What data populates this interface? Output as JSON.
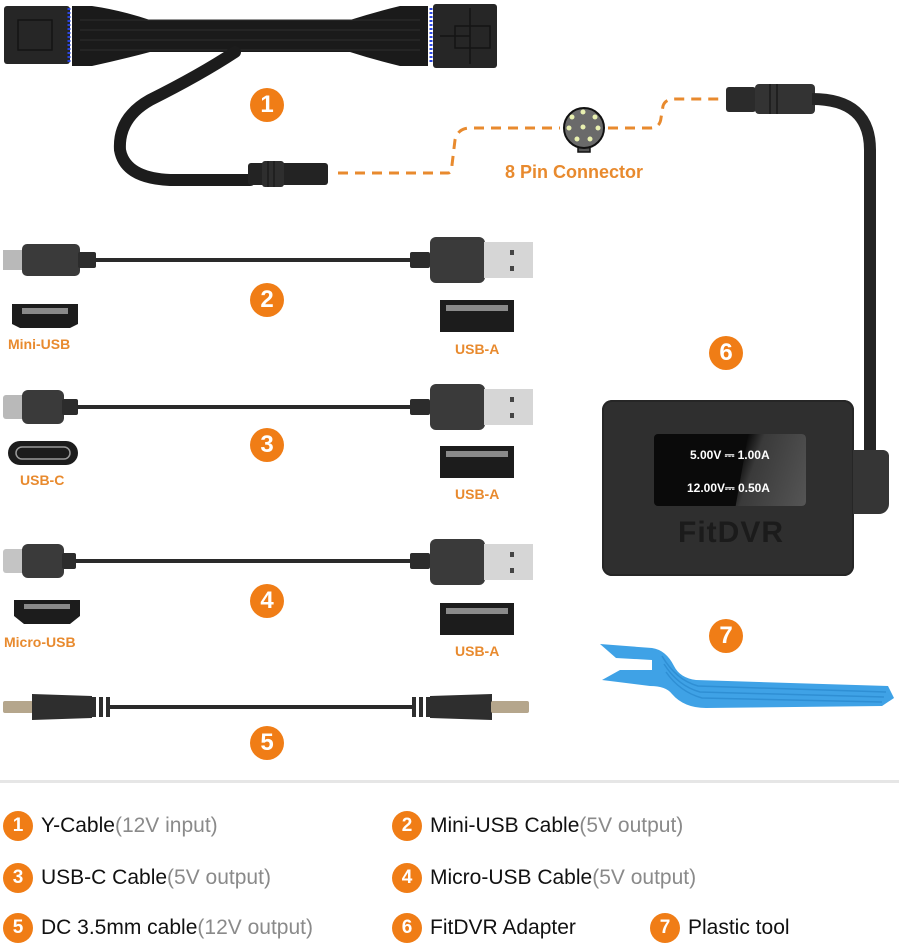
{
  "colors": {
    "accent_orange": "#f07d16",
    "label_orange": "#e88a2e",
    "cable_black": "#1e1e1e",
    "plug_gray": "#3a3a3a",
    "tool_blue": "#3fa2e6",
    "note_gray": "#8a8a8a",
    "pin_blue": "#2a45e0"
  },
  "diagram": {
    "items": [
      {
        "number": "1",
        "kind": "y-cable"
      },
      {
        "number": "2",
        "kind": "mini-usb-cable",
        "left_port": "Mini-USB",
        "right_port": "USB-A"
      },
      {
        "number": "3",
        "kind": "usb-c-cable",
        "left_port": "USB-C",
        "right_port": "USB-A"
      },
      {
        "number": "4",
        "kind": "micro-usb-cable",
        "left_port": "Micro-USB",
        "right_port": "USB-A"
      },
      {
        "number": "5",
        "kind": "dc-cable"
      },
      {
        "number": "6",
        "kind": "adapter"
      },
      {
        "number": "7",
        "kind": "plastic-tool"
      }
    ],
    "connector_label": "8 Pin Connector",
    "adapter": {
      "brand": "FitDVR",
      "screen_line_1": "5.00V ⎓ 1.00A",
      "screen_line_2": "12.00V⎓ 0.50A"
    }
  },
  "legend": [
    {
      "number": "1",
      "name": "Y-Cable",
      "note": "(12V input)"
    },
    {
      "number": "2",
      "name": "Mini-USB Cable",
      "note": "(5V output)"
    },
    {
      "number": "3",
      "name": "USB-C Cable",
      "note": "(5V output)"
    },
    {
      "number": "4",
      "name": "Micro-USB Cable",
      "note": "(5V output)"
    },
    {
      "number": "5",
      "name": "DC 3.5mm cable",
      "note": "(12V output)"
    },
    {
      "number": "6",
      "name": "FitDVR Adapter",
      "note": ""
    },
    {
      "number": "7",
      "name": "Plastic tool",
      "note": ""
    }
  ]
}
